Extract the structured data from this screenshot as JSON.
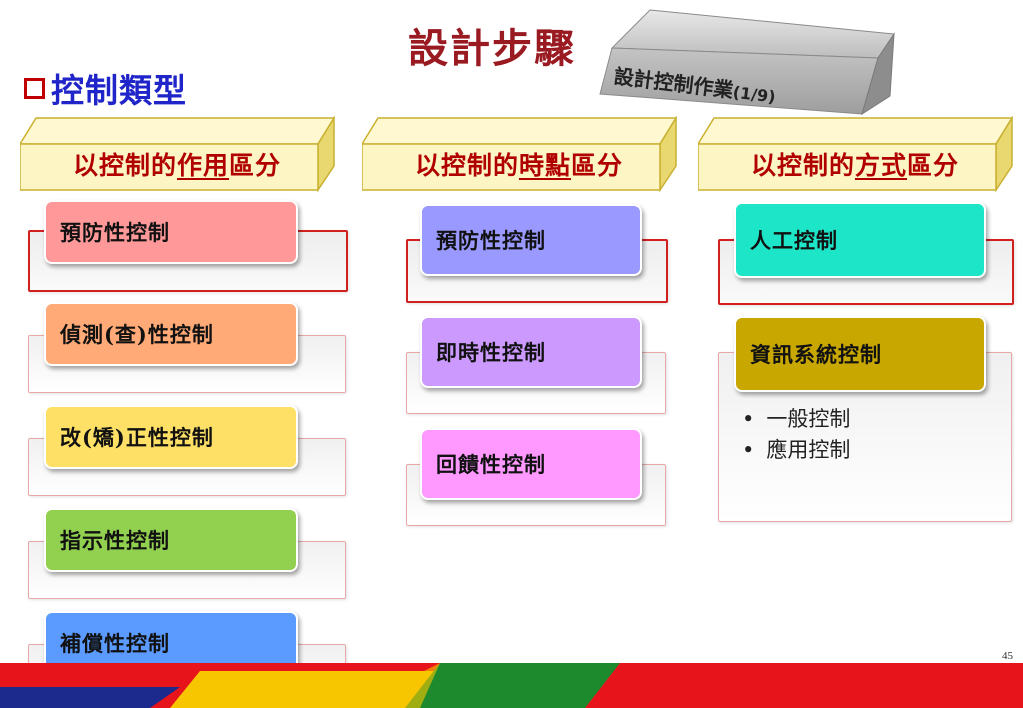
{
  "title": "設計步驟",
  "title_box": {
    "text": "設計控制作業",
    "suffix": "(1/9)"
  },
  "subtitle": "控制類型",
  "columns": [
    {
      "header_prefix": "以控制的",
      "header_key": "作用",
      "header_suffix": "區分",
      "items": [
        "預防性控制",
        "偵測(查)性控制",
        "改(矯)正性控制",
        "指示性控制",
        "補償性控制"
      ]
    },
    {
      "header_prefix": "以控制的",
      "header_key": "時點",
      "header_suffix": "區分",
      "items": [
        "預防性控制",
        "即時性控制",
        "回饋性控制"
      ]
    },
    {
      "header_prefix": "以控制的",
      "header_key": "方式",
      "header_suffix": "區分",
      "items": [
        "人工控制",
        "資訊系統控制"
      ],
      "sub_items": [
        "一般控制",
        "應用控制"
      ]
    }
  ],
  "colors": {
    "title": "#9a1a22",
    "subtitle": "#1f25c8",
    "header_text": "#b00000",
    "header_fill": "#fdf5c4",
    "header_border": "#c9b030",
    "col1": [
      "#ff9999",
      "#ffaa77",
      "#ffe066",
      "#92d050",
      "#5b9bff"
    ],
    "col2": [
      "#9999ff",
      "#cc99ff",
      "#ff99ff"
    ],
    "col3": [
      "#1de6c8",
      "#c8a800"
    ]
  },
  "page_number": "45"
}
